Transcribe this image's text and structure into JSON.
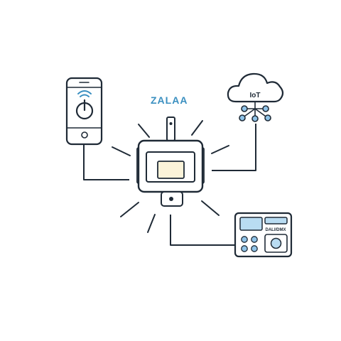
{
  "brand": {
    "name": "ZALAA"
  },
  "cloud": {
    "label": "IoT",
    "icon": "cloud-network-icon"
  },
  "phone": {
    "icon": "smartphone-icon",
    "sub_icons": [
      "wifi-icon",
      "power-icon"
    ]
  },
  "light": {
    "icon": "floodlight-icon"
  },
  "controller": {
    "label": "DALI/DMX",
    "icon": "control-panel-icon"
  },
  "colors": {
    "stroke": "#1f2a36",
    "accent_blue": "#3a8fc0",
    "screen_blue": "#b9dcf2",
    "node_blue": "#8fc3e8",
    "lamp_glow": "#fbf3d9"
  }
}
